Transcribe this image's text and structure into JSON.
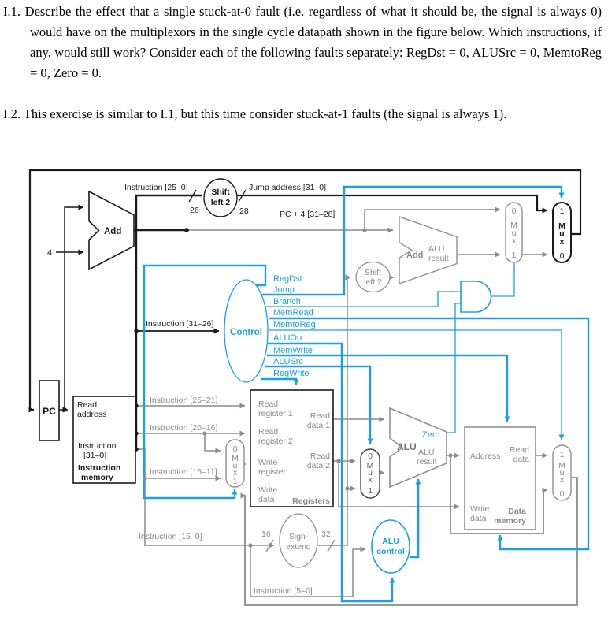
{
  "exercises": {
    "e1": {
      "num": "I.1.",
      "text": "Describe the effect that a single stuck-at-0 fault (i.e. regardless of what it should be, the signal is always 0) would have on the multiplexors in the single cycle datapath shown in the figure below. Which instructions, if any, would still work? Consider each of the following faults separately: RegDst = 0, ALUSrc = 0, MemtoReg = 0, Zero = 0."
    },
    "e2": {
      "num": "I.2.",
      "text": "This exercise is similar to I.1, but this time consider stuck-at-1 faults (the signal is always 1)."
    }
  },
  "diagram": {
    "colors": {
      "control_blue": "#1ba0e2",
      "wire_gray": "#8c8c8c",
      "label_gray": "#8a8a8a",
      "black": "#1a1a1a"
    },
    "control": {
      "title": "Control",
      "input_label": "Instruction [31–26]",
      "signals": [
        "RegDst",
        "Jump",
        "Branch",
        "MemRead",
        "MemtoReg",
        "ALUOp",
        "MemWrite",
        "ALUSrc",
        "RegWrite"
      ]
    },
    "labels": {
      "instr_25_0": "Instruction [25–0]",
      "jump_address": "Jump address [31–0]",
      "pc_plus_4": "PC + 4 [31–28]",
      "w26": "26",
      "w28": "28",
      "w16": "16",
      "w32": "32",
      "four": "4",
      "shift": "Shift",
      "left2": "left 2",
      "add": "Add",
      "pc": "PC",
      "alu": "ALU",
      "result": "result",
      "zero": "Zero",
      "read": "Read",
      "write": "Write",
      "address_word": "address",
      "address": "Address",
      "instruction": "Instruction",
      "bits31": "[31–0]",
      "memory": "memory",
      "instr_25_21": "Instruction [25–21]",
      "instr_20_16": "Instruction [20–16]",
      "instr_15_11": "Instruction [15–11]",
      "instr_15_0": "Instruction [15–0]",
      "instr_5_0": "Instruction [5–0]",
      "register1": "register 1",
      "register2": "register 2",
      "register": "register",
      "data": "data",
      "data1": "data 1",
      "data2": "data 2",
      "registers": "Registers",
      "data_cap": "Data",
      "sign1": "Sign-",
      "sign2": "extend",
      "aluctl1": "ALU",
      "aluctl2": "control",
      "g0": "0",
      "g1": "1",
      "gM": "M",
      "gu": "u",
      "gx": "x"
    }
  }
}
